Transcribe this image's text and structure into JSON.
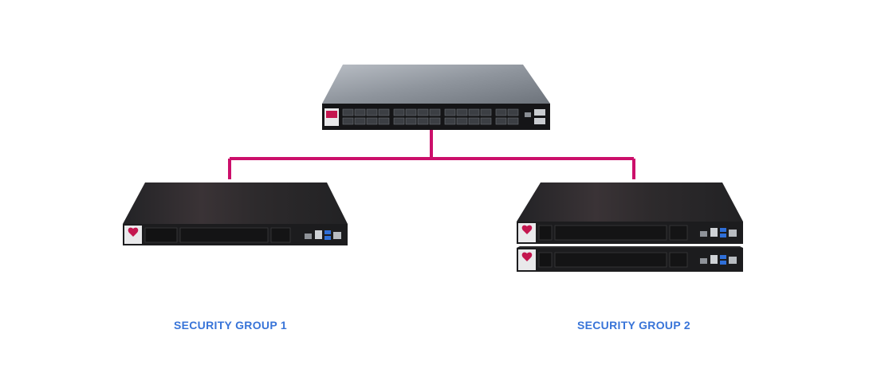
{
  "groups": [
    {
      "label": "SECURITY GROUP 1",
      "appliance_count": 1
    },
    {
      "label": "SECURITY GROUP 2",
      "appliance_count": 2
    }
  ],
  "colors": {
    "connector": "#cc0f6b",
    "label": "#3874d8",
    "chassis_top": "#2b2b2f",
    "chassis_front": "#1c1c1e",
    "switch_top": "#9aa0a8",
    "brand_logo": "#c4164f"
  },
  "icons": {
    "switch": "orchestrator-switch-icon",
    "appliance": "security-appliance-icon"
  }
}
